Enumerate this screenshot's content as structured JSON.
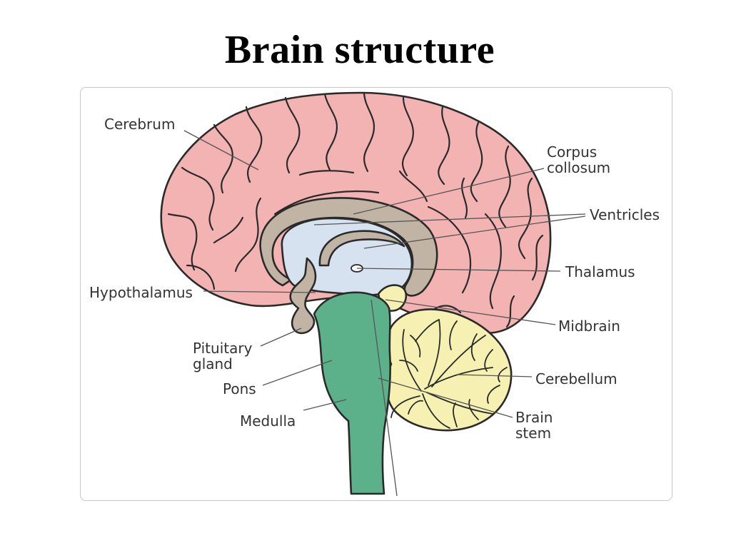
{
  "title": "Brain structure",
  "colors": {
    "cerebrum": "#f4b3b3",
    "corpus_callosum": "#c2b4a4",
    "ventricles": "#d6e2f0",
    "brain_stem": "#5cb08a",
    "cerebellum": "#f6f1b2",
    "outline": "#2a2a2a"
  },
  "labels": {
    "cerebrum": "Cerebrum",
    "corpus_line1": "Corpus",
    "corpus_line2": "collosum",
    "ventricles": "Ventricles",
    "thalamus": "Thalamus",
    "hypothalamus": "Hypothalamus",
    "midbrain": "Midbrain",
    "pituitary_line1": "Pituitary",
    "pituitary_line2": "gland",
    "pons": "Pons",
    "cerebellum": "Cerebellum",
    "medulla": "Medulla",
    "brain_stem_line1": "Brain",
    "brain_stem_line2": "stem"
  }
}
